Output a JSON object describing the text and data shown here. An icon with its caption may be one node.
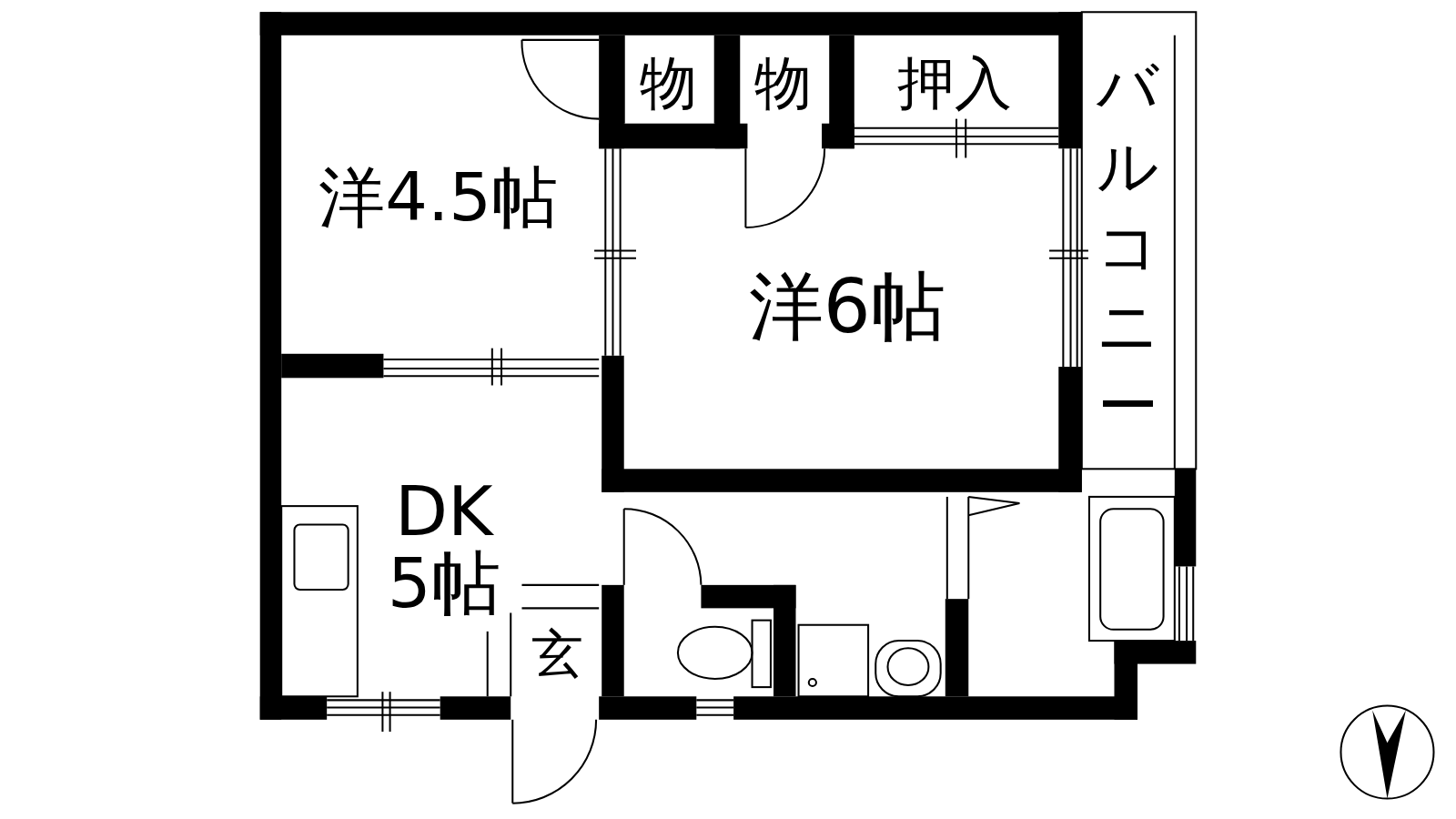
{
  "diagram": {
    "nodes": [
      {
        "text": [
          "洋4.5帖"
        ]
      },
      {
        "text": [
          "物"
        ]
      },
      {
        "text": [
          "物"
        ]
      },
      {
        "text": [
          "押入"
        ]
      },
      {
        "text": [
          "バルコニー"
        ]
      },
      {
        "text": [
          "洋6帖"
        ]
      },
      {
        "text": [
          "DK 5帖"
        ]
      },
      {
        "text": [
          "玄"
        ]
      }
    ],
    "edges": []
  }
}
